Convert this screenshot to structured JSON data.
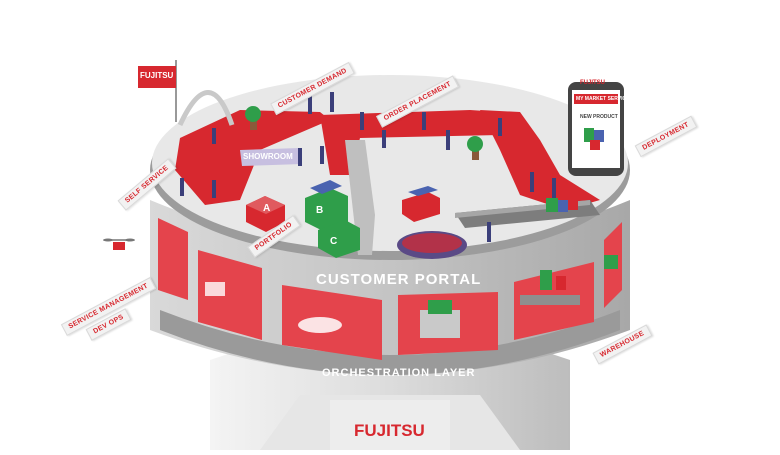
{
  "brand": {
    "logo_text": "FUJITSU",
    "flag_text": "FUJITSU",
    "phone_logo_text": "FUJITSU",
    "accent_color": "#d7282f",
    "floor_color": "#e8e8e8"
  },
  "layers": {
    "customer_portal": "CUSTOMER PORTAL",
    "orchestration_layer": "ORCHESTRATION LAYER"
  },
  "zones": {
    "showroom": "SHOWROOM",
    "customer_demand": "CUSTOMER DEMAND",
    "order_placement": "ORDER PLACEMENT",
    "deployment": "DEPLOYMENT",
    "self_service": "SELF SERVICE",
    "portfolio": "PORTFOLIO",
    "service_management": "SERVICE MANAGEMENT",
    "dev_ops": "DEV OPS",
    "warehouse": "WAREHOUSE"
  },
  "boxes": {
    "a": "A",
    "b": "B",
    "c": "C"
  },
  "phone": {
    "line1": "MY MARKET SERVICES",
    "line2": "NEW PRODUCT"
  },
  "icons": [
    "flag-icon",
    "drone-icon",
    "phone-icon",
    "conveyor-icon",
    "plant-icon"
  ]
}
